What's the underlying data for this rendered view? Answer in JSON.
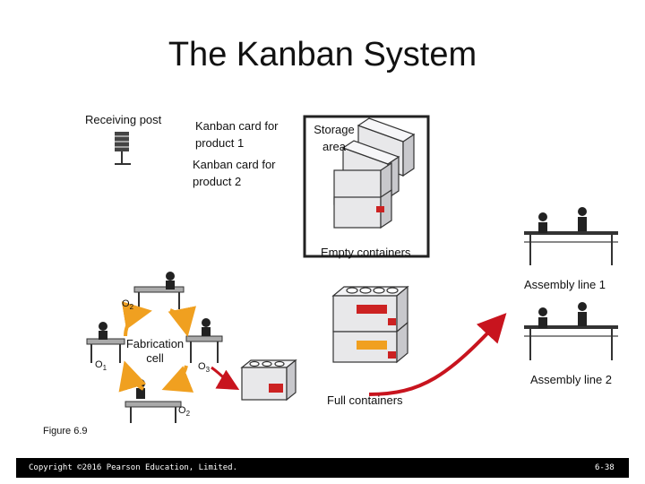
{
  "title": "The Kanban System",
  "labels": {
    "receiving_post": "Receiving post",
    "kanban_card_1": [
      "Kanban card for",
      "product 1"
    ],
    "kanban_card_2": [
      "Kanban card for",
      "product 2"
    ],
    "storage_area": [
      "Storage",
      "area"
    ],
    "empty_containers": "Empty containers",
    "full_containers": "Full containers",
    "assembly_line_1": "Assembly line 1",
    "assembly_line_2": "Assembly line 2",
    "fabrication_cell": [
      "Fabrication",
      "cell"
    ],
    "o1": "O",
    "o1_sub": "1",
    "o2_top": "O",
    "o2_top_sub": "2",
    "o2_bottom": "O",
    "o2_bottom_sub": "2",
    "o3": "O",
    "o3_sub": "3",
    "figure": "Figure 6.9"
  },
  "footer": {
    "copyright": "Copyright ©2016 Pearson Education, Limited.",
    "page": "6-38"
  },
  "colors": {
    "arrow": "#c8141e",
    "cycle_arrow": "#f0a020",
    "card_red": "#cc2222",
    "card_orange": "#f0a020"
  }
}
